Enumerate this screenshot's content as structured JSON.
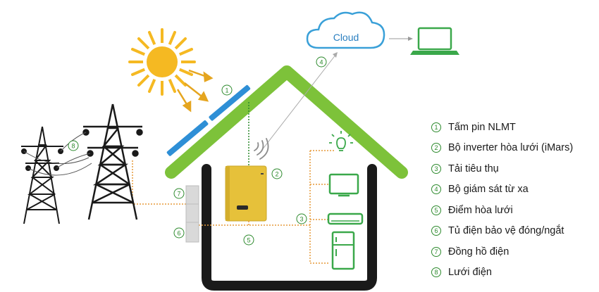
{
  "cloud": {
    "label": "Cloud"
  },
  "markers": {
    "m1": "1",
    "m2": "2",
    "m3": "3",
    "m4": "4",
    "m5": "5",
    "m6": "6",
    "m7": "7",
    "m8": "8"
  },
  "legend": {
    "items": [
      {
        "num": "1",
        "text": "Tấm pin NLMT"
      },
      {
        "num": "2",
        "text": "Bộ inverter hòa lưới (iMars)"
      },
      {
        "num": "3",
        "text": "Tải tiêu thụ"
      },
      {
        "num": "4",
        "text": "Bộ giám sát từ xa"
      },
      {
        "num": "5",
        "text": "Điểm hòa lưới"
      },
      {
        "num": "6",
        "text": "Tủ điện bảo vệ đóng/ngắt"
      },
      {
        "num": "7",
        "text": "Đồng hồ điện"
      },
      {
        "num": "8",
        "text": "Lưới điện"
      }
    ]
  },
  "colors": {
    "roof": "#7dc23a",
    "house": "#1a1a1a",
    "panel": "#2e8fd6",
    "cloud_stroke": "#3aa0d8",
    "cloud_text": "#2a7fc0",
    "inverter": "#e6c13a",
    "marker": "#2d8a2d",
    "wire_orange": "#e59a3a",
    "wire_green": "#2d8a2d",
    "sun": "#f5b922",
    "load_green": "#3aa84a"
  }
}
